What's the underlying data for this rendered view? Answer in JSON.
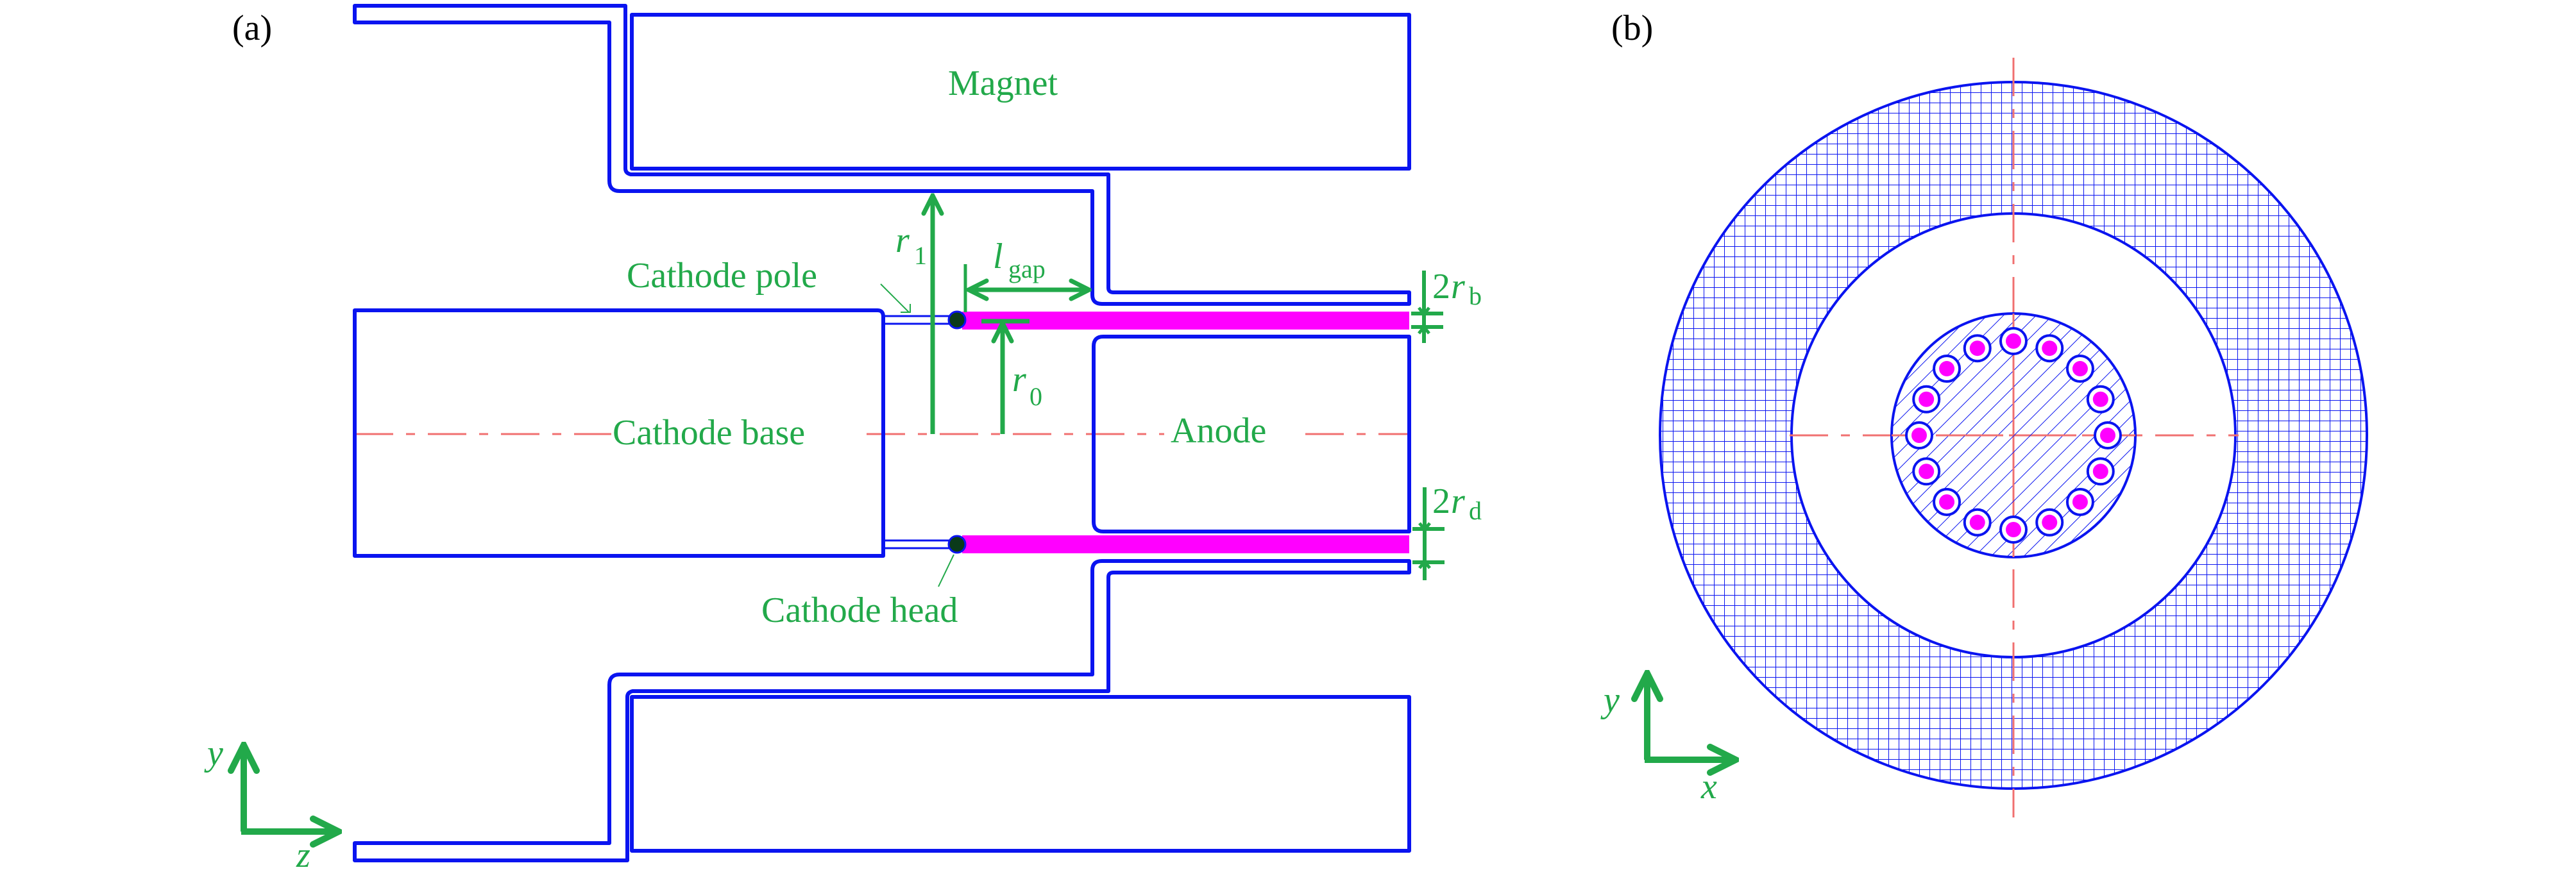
{
  "figure": {
    "panel_a": {
      "label": "(a)",
      "regions": {
        "magnet": "Magnet",
        "cathode_pole": "Cathode pole",
        "cathode_base": "Cathode base",
        "anode": "Anode",
        "cathode_head": "Cathode head"
      },
      "dimensions": {
        "r1": {
          "symbol": "r",
          "subscript": "1"
        },
        "r0": {
          "symbol": "r",
          "subscript": "0"
        },
        "lgap": {
          "symbol": "l",
          "subscript": "gap"
        },
        "rb": {
          "prefix": "2",
          "symbol": "r",
          "subscript": "b"
        },
        "rd": {
          "prefix": "2",
          "symbol": "r",
          "subscript": "d"
        }
      },
      "axes": {
        "vertical": "y",
        "horizontal": "z"
      }
    },
    "panel_b": {
      "label": "(b)",
      "emitter_count": 16,
      "axes": {
        "vertical": "y",
        "horizontal": "x"
      }
    },
    "colors": {
      "structure": "#0a14f0",
      "annotation": "#22a94a",
      "beam": "#ff00ff",
      "symmetry_axis": "#f07070",
      "emitter": "#0a3a1a"
    }
  }
}
